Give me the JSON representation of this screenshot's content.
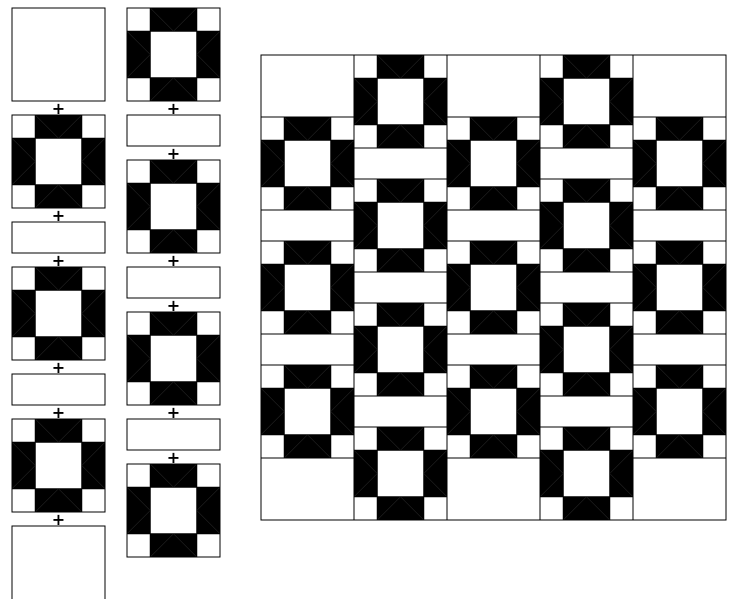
{
  "legend": {
    "columns": [
      {
        "name": "left-column",
        "sequence": [
          "plain-block",
          "star-block",
          "sashing-strip",
          "star-block",
          "sashing-strip",
          "star-block",
          "plain-block"
        ],
        "joiner": "+"
      },
      {
        "name": "right-column",
        "sequence": [
          "star-block",
          "sashing-strip",
          "star-block",
          "sashing-strip",
          "star-block",
          "sashing-strip",
          "star-block"
        ],
        "joiner": "+"
      }
    ]
  },
  "quilt": {
    "columns": 5,
    "grid_rows": [
      [
        "plain-block",
        "star-block",
        "plain-block",
        "star-block",
        "plain-block"
      ],
      [
        "star-block",
        "sashing-strip",
        "star-block",
        "sashing-strip",
        "star-block"
      ],
      [
        "sashing-strip",
        "star-block",
        "sashing-strip",
        "star-block",
        "sashing-strip"
      ],
      [
        "star-block",
        "sashing-strip",
        "star-block",
        "sashing-strip",
        "star-block"
      ],
      [
        "sashing-strip",
        "star-block",
        "sashing-strip",
        "star-block",
        "sashing-strip"
      ],
      [
        "star-block",
        "sashing-strip",
        "star-block",
        "sashing-strip",
        "star-block"
      ],
      [
        "plain-block",
        "star-block",
        "plain-block",
        "star-block",
        "plain-block"
      ]
    ]
  },
  "colors": {
    "ink": "#000000",
    "fabric": "#ffffff"
  }
}
